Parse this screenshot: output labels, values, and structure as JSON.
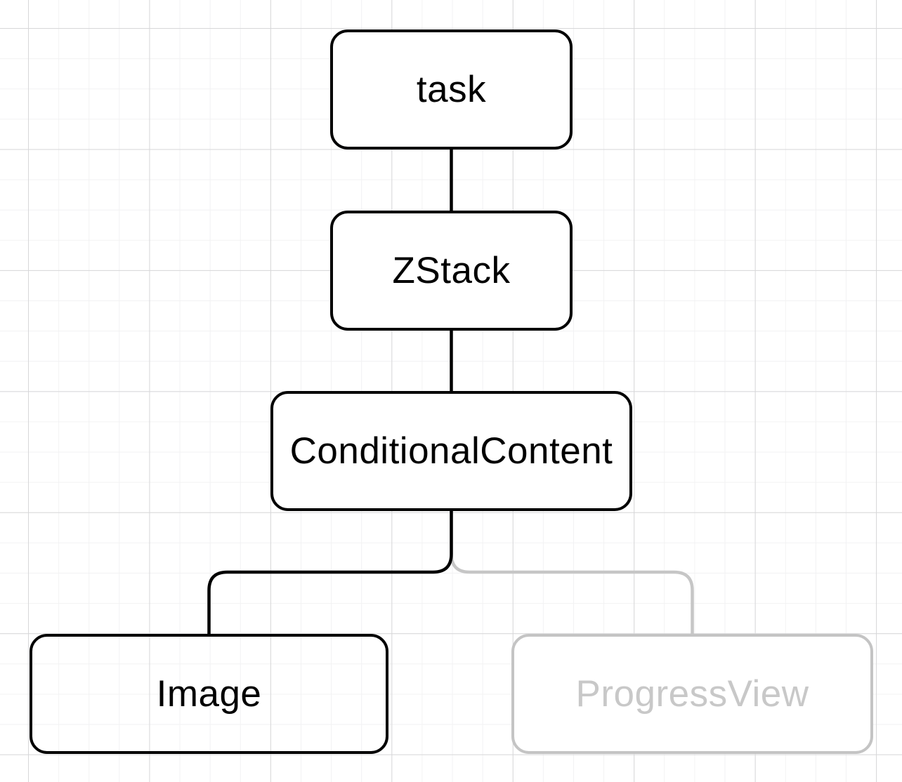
{
  "diagram": {
    "type": "tree",
    "nodes": [
      {
        "id": "task",
        "label": "task",
        "state": "active"
      },
      {
        "id": "zstack",
        "label": "ZStack",
        "state": "active"
      },
      {
        "id": "conditional-content",
        "label": "ConditionalContent",
        "state": "active"
      },
      {
        "id": "image",
        "label": "Image",
        "state": "active"
      },
      {
        "id": "progress-view",
        "label": "ProgressView",
        "state": "inactive"
      }
    ],
    "edges": [
      {
        "from": "task",
        "to": "zstack",
        "state": "active"
      },
      {
        "from": "zstack",
        "to": "conditional-content",
        "state": "active"
      },
      {
        "from": "conditional-content",
        "to": "image",
        "state": "active"
      },
      {
        "from": "conditional-content",
        "to": "progress-view",
        "state": "inactive"
      }
    ],
    "colors": {
      "active_stroke": "#000000",
      "inactive_stroke": "#c6c6c6",
      "node_fill": "#ffffff",
      "background": "#ffffff",
      "grid_minor": "#f2f2f3",
      "grid_major": "#d7d7d9"
    }
  }
}
